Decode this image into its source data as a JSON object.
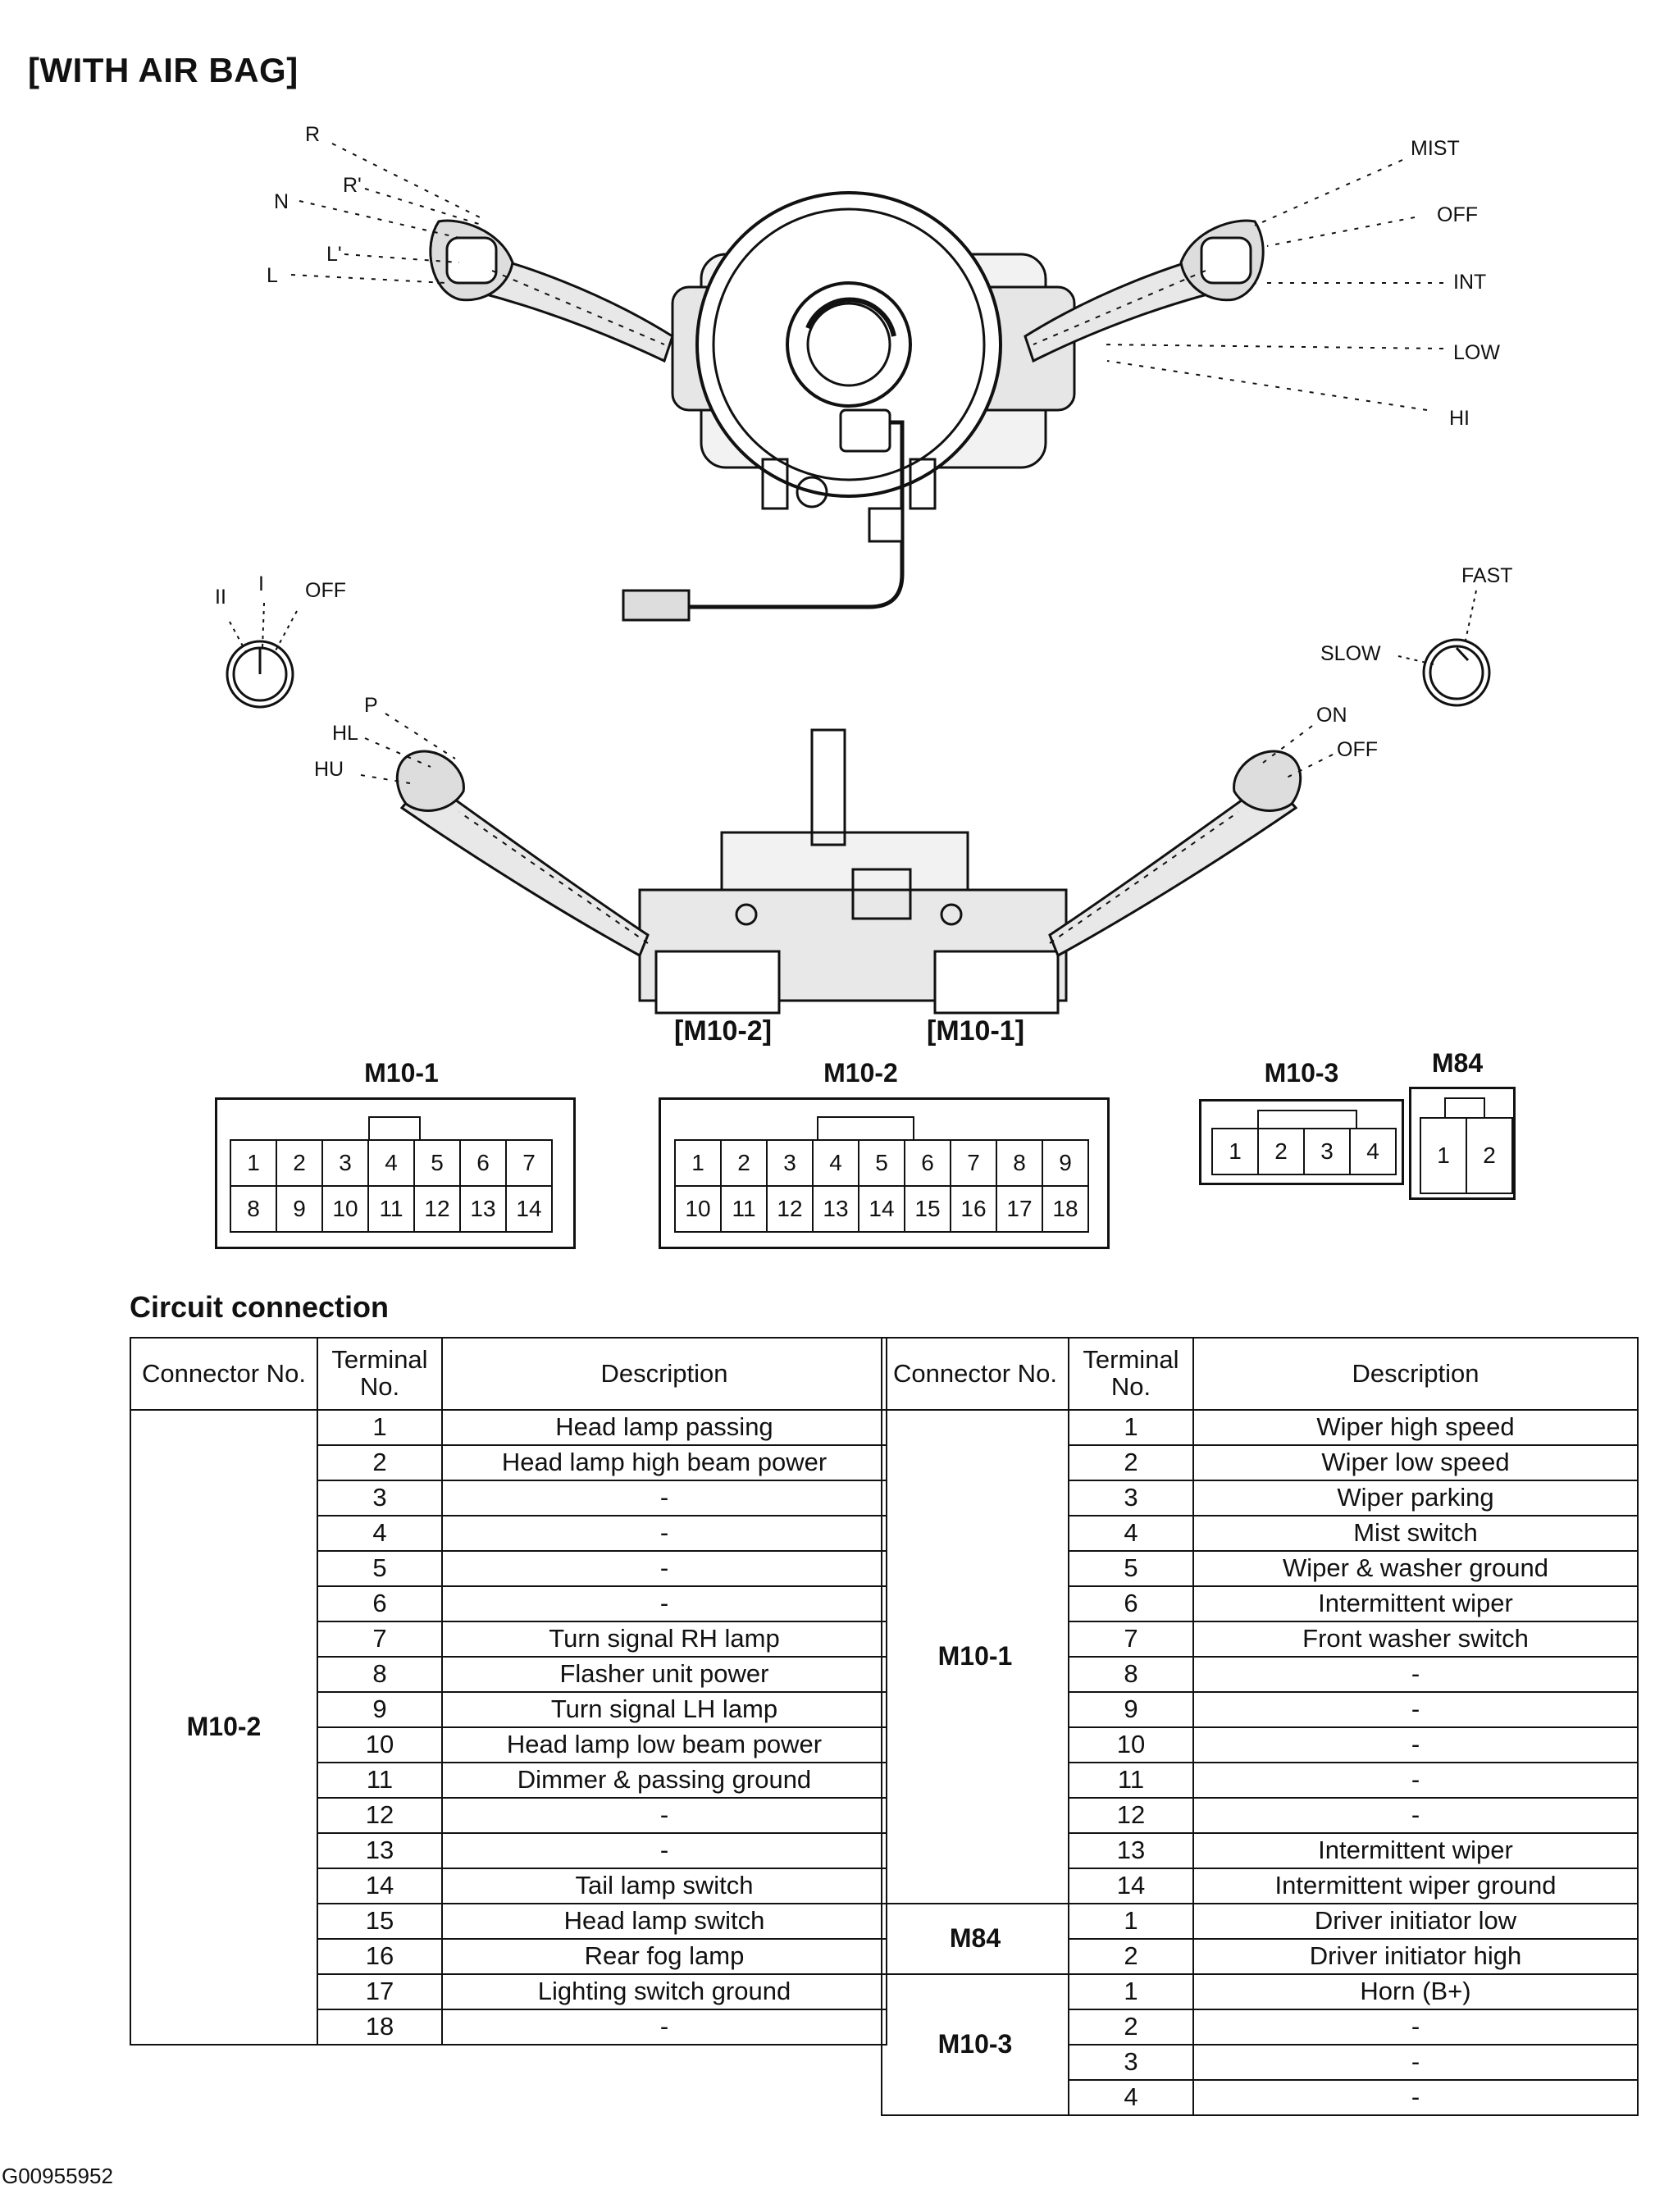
{
  "header": {
    "title": "[WITH AIR BAG]"
  },
  "diagram": {
    "left_stalk_positions": [
      "R",
      "R'",
      "N",
      "L'",
      "L"
    ],
    "right_stalk_positions": [
      "MIST",
      "OFF",
      "INT",
      "LOW",
      "HI"
    ],
    "ignition_positions": [
      "II",
      "I",
      "OFF"
    ],
    "speed_knob_positions": [
      "FAST",
      "SLOW"
    ],
    "light_stalk_positions": [
      "P",
      "HL",
      "HU"
    ],
    "fog_switch_positions": [
      "ON",
      "OFF"
    ],
    "bottom_connector_labels": [
      "[M10-2]",
      "[M10-1]"
    ]
  },
  "connectors": {
    "m10_1": {
      "title": "M10-1",
      "top_row": [
        "1",
        "2",
        "3",
        "4",
        "5",
        "6",
        "7"
      ],
      "bottom_row": [
        "8",
        "9",
        "10",
        "11",
        "12",
        "13",
        "14"
      ]
    },
    "m10_2": {
      "title": "M10-2",
      "top_row": [
        "1",
        "2",
        "3",
        "4",
        "5",
        "6",
        "7",
        "8",
        "9"
      ],
      "bottom_row": [
        "10",
        "11",
        "12",
        "13",
        "14",
        "15",
        "16",
        "17",
        "18"
      ]
    },
    "m10_3": {
      "title": "M10-3",
      "pins": [
        "1",
        "2",
        "3",
        "4"
      ]
    },
    "m84": {
      "title": "M84",
      "pins": [
        "1",
        "2"
      ]
    }
  },
  "circuit": {
    "title": "Circuit connection",
    "headers": {
      "connector": "Connector No.",
      "terminal": "Terminal No.",
      "description": "Description"
    },
    "left": {
      "connector": "M10-2",
      "rows": [
        {
          "t": "1",
          "d": "Head lamp passing"
        },
        {
          "t": "2",
          "d": "Head lamp high beam power"
        },
        {
          "t": "3",
          "d": "-"
        },
        {
          "t": "4",
          "d": "-"
        },
        {
          "t": "5",
          "d": "-"
        },
        {
          "t": "6",
          "d": "-"
        },
        {
          "t": "7",
          "d": "Turn signal RH lamp"
        },
        {
          "t": "8",
          "d": "Flasher unit power"
        },
        {
          "t": "9",
          "d": "Turn signal LH lamp"
        },
        {
          "t": "10",
          "d": "Head lamp low beam power"
        },
        {
          "t": "11",
          "d": "Dimmer & passing ground"
        },
        {
          "t": "12",
          "d": "-"
        },
        {
          "t": "13",
          "d": "-"
        },
        {
          "t": "14",
          "d": "Tail lamp switch"
        },
        {
          "t": "15",
          "d": "Head lamp switch"
        },
        {
          "t": "16",
          "d": "Rear fog lamp"
        },
        {
          "t": "17",
          "d": "Lighting switch ground"
        },
        {
          "t": "18",
          "d": "-"
        }
      ]
    },
    "right": {
      "groups": [
        {
          "connector": "M10-1",
          "rows": [
            {
              "t": "1",
              "d": "Wiper high speed"
            },
            {
              "t": "2",
              "d": "Wiper low speed"
            },
            {
              "t": "3",
              "d": "Wiper parking"
            },
            {
              "t": "4",
              "d": "Mist switch"
            },
            {
              "t": "5",
              "d": "Wiper & washer ground"
            },
            {
              "t": "6",
              "d": "Intermittent wiper"
            },
            {
              "t": "7",
              "d": "Front washer switch"
            },
            {
              "t": "8",
              "d": "-"
            },
            {
              "t": "9",
              "d": "-"
            },
            {
              "t": "10",
              "d": "-"
            },
            {
              "t": "11",
              "d": "-"
            },
            {
              "t": "12",
              "d": "-"
            },
            {
              "t": "13",
              "d": "Intermittent wiper"
            },
            {
              "t": "14",
              "d": "Intermittent wiper ground"
            }
          ]
        },
        {
          "connector": "M84",
          "rows": [
            {
              "t": "1",
              "d": "Driver initiator low"
            },
            {
              "t": "2",
              "d": "Driver initiator high"
            }
          ]
        },
        {
          "connector": "M10-3",
          "rows": [
            {
              "t": "1",
              "d": "Horn (B+)"
            },
            {
              "t": "2",
              "d": "-"
            },
            {
              "t": "3",
              "d": "-"
            },
            {
              "t": "4",
              "d": "-"
            }
          ]
        }
      ]
    }
  },
  "footer": {
    "code": "G00955952"
  }
}
